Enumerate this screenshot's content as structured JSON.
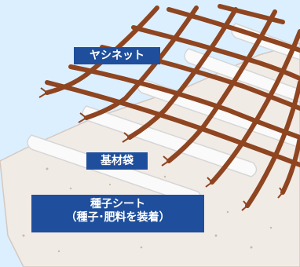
{
  "labels": {
    "net": "ヤシネット",
    "bag": "基材袋",
    "seed_line1": "種子シート",
    "seed_line2": "（種子･肥料を装着）"
  },
  "colors": {
    "sky": "#dcefff",
    "base_sheet": "#f1ebe6",
    "bag_tubes": "#fafafa",
    "net": "#8e4520",
    "label_bg": "#1f4f9c"
  }
}
